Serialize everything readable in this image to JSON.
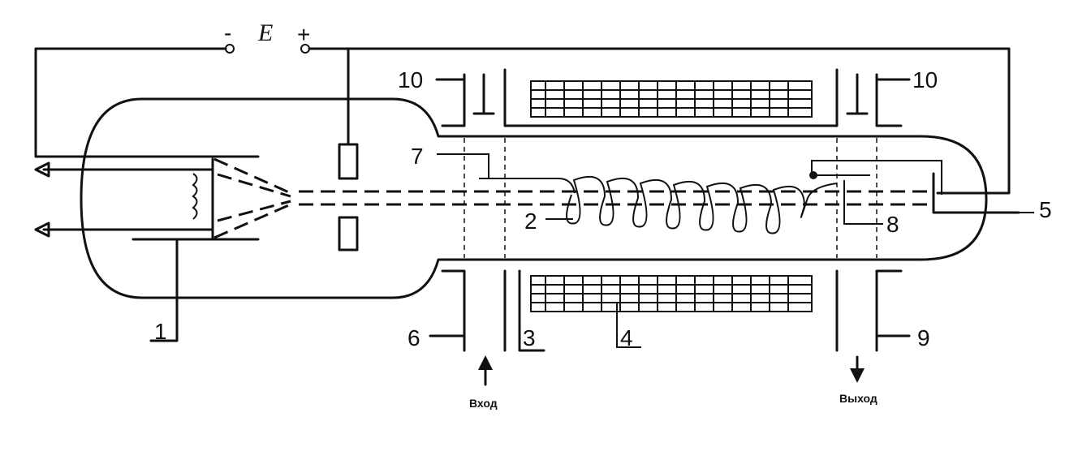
{
  "source": {
    "name": "E",
    "minus": "-",
    "plus": "+"
  },
  "labels": [
    "1",
    "2",
    "3",
    "4",
    "5",
    "6",
    "7",
    "8",
    "9",
    "10",
    "10"
  ],
  "ports": {
    "input": "Вход",
    "output": "Выход"
  }
}
